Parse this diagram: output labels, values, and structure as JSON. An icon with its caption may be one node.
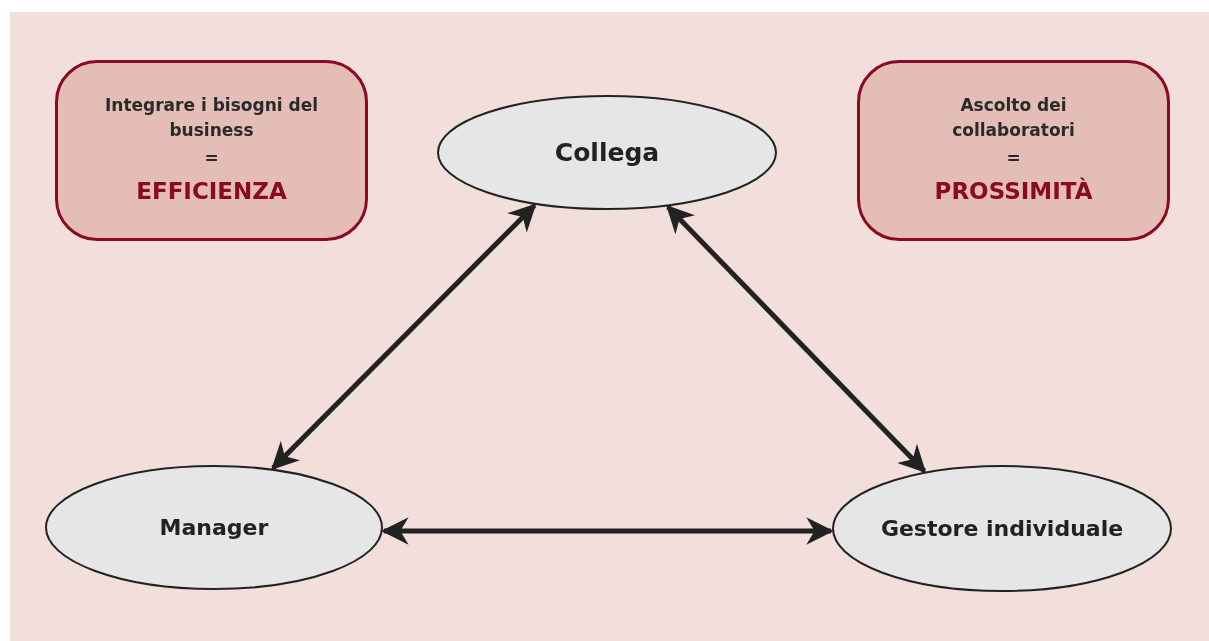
{
  "diagram": {
    "nodes": [
      {
        "text": [
          "Integrare i bisogni del business",
          "=",
          "EFFICIENZA"
        ]
      },
      {
        "text": [
          "Collega"
        ]
      },
      {
        "text": [
          "Ascolto dei collaboratori",
          "=",
          "PROSSIMITÀ"
        ]
      },
      {
        "text": [
          "Manager"
        ]
      },
      {
        "text": [
          "Gestore individuale"
        ]
      }
    ],
    "edges": [
      {
        "from": 3,
        "to": 1,
        "arrow": "both"
      },
      {
        "from": 1,
        "to": 4,
        "arrow": "both"
      },
      {
        "from": 3,
        "to": 4,
        "arrow": "both"
      }
    ]
  }
}
